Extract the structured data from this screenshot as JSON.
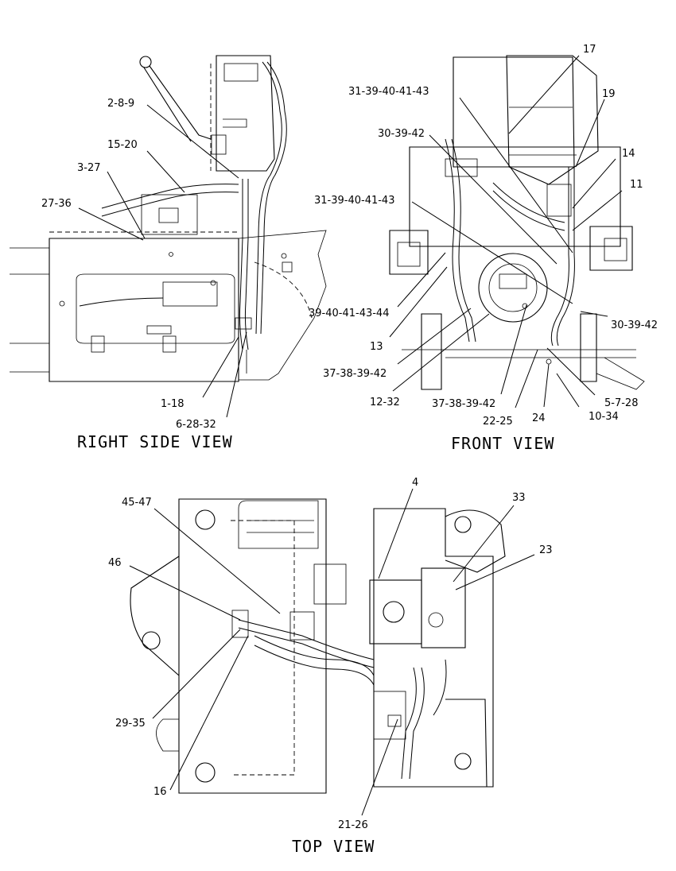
{
  "views": {
    "right_side": "RIGHT SIDE VIEW",
    "front": "FRONT VIEW",
    "top": "TOP VIEW"
  },
  "callouts": [
    {
      "id": "c-2-8-9",
      "text": "2-8-9"
    },
    {
      "id": "c-15-20",
      "text": "15-20"
    },
    {
      "id": "c-3-27",
      "text": "3-27"
    },
    {
      "id": "c-27-36",
      "text": "27-36"
    },
    {
      "id": "c-1-18",
      "text": "1-18"
    },
    {
      "id": "c-6-28-32",
      "text": "6-28-32"
    },
    {
      "id": "c-39-40-41-43-44",
      "text": "39-40-41-43-44"
    },
    {
      "id": "c-17",
      "text": "17"
    },
    {
      "id": "c-19",
      "text": "19"
    },
    {
      "id": "c-14",
      "text": "14"
    },
    {
      "id": "c-11",
      "text": "11"
    },
    {
      "id": "c-31-39-40-41-43-a",
      "text": "31-39-40-41-43"
    },
    {
      "id": "c-30-39-42-a",
      "text": "30-39-42"
    },
    {
      "id": "c-31-39-40-41-43-b",
      "text": "31-39-40-41-43"
    },
    {
      "id": "c-13",
      "text": "13"
    },
    {
      "id": "c-30-39-42-b",
      "text": "30-39-42"
    },
    {
      "id": "c-37-38-39-42-a",
      "text": "37-38-39-42"
    },
    {
      "id": "c-12-32",
      "text": "12-32"
    },
    {
      "id": "c-37-38-39-42-b",
      "text": "37-38-39-42"
    },
    {
      "id": "c-5-7-28",
      "text": "5-7-28"
    },
    {
      "id": "c-22-25",
      "text": "22-25"
    },
    {
      "id": "c-24",
      "text": "24"
    },
    {
      "id": "c-10-34",
      "text": "10-34"
    },
    {
      "id": "c-4",
      "text": "4"
    },
    {
      "id": "c-33",
      "text": "33"
    },
    {
      "id": "c-23",
      "text": "23"
    },
    {
      "id": "c-45-47",
      "text": "45-47"
    },
    {
      "id": "c-46",
      "text": "46"
    },
    {
      "id": "c-29-35",
      "text": "29-35"
    },
    {
      "id": "c-16",
      "text": "16"
    },
    {
      "id": "c-21-26",
      "text": "21-26"
    }
  ]
}
